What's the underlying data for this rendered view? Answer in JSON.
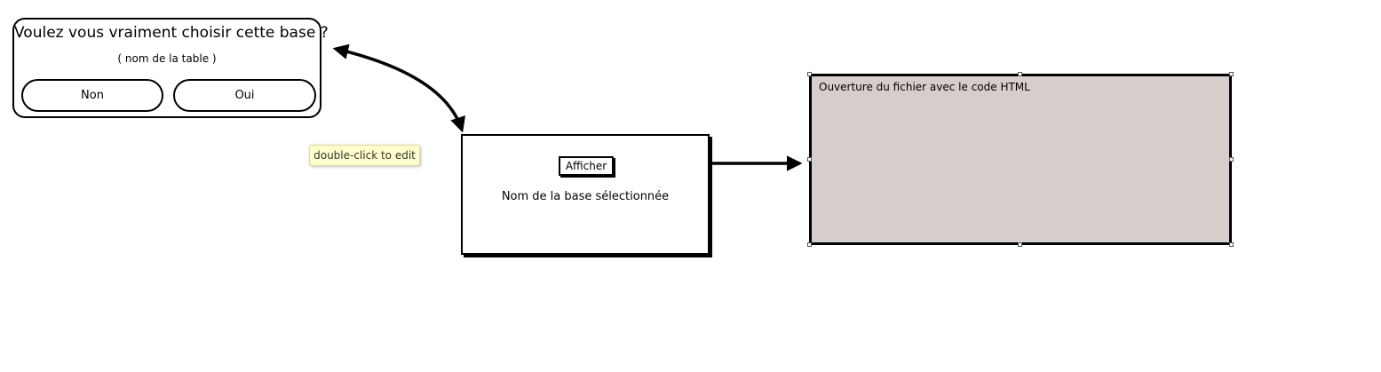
{
  "dialog": {
    "title": "Voulez vous vraiment choisir cette base ?",
    "subtitle": "( nom de la table )",
    "no_label": "Non",
    "yes_label": "Oui"
  },
  "tooltip": {
    "text": "double-click to edit"
  },
  "window": {
    "button_label": "Afficher",
    "base_label": "Nom de la base sélectionnée"
  },
  "text_area": {
    "text": "Ouverture du fichier avec le code HTML",
    "background_color": "#d6cecb"
  }
}
